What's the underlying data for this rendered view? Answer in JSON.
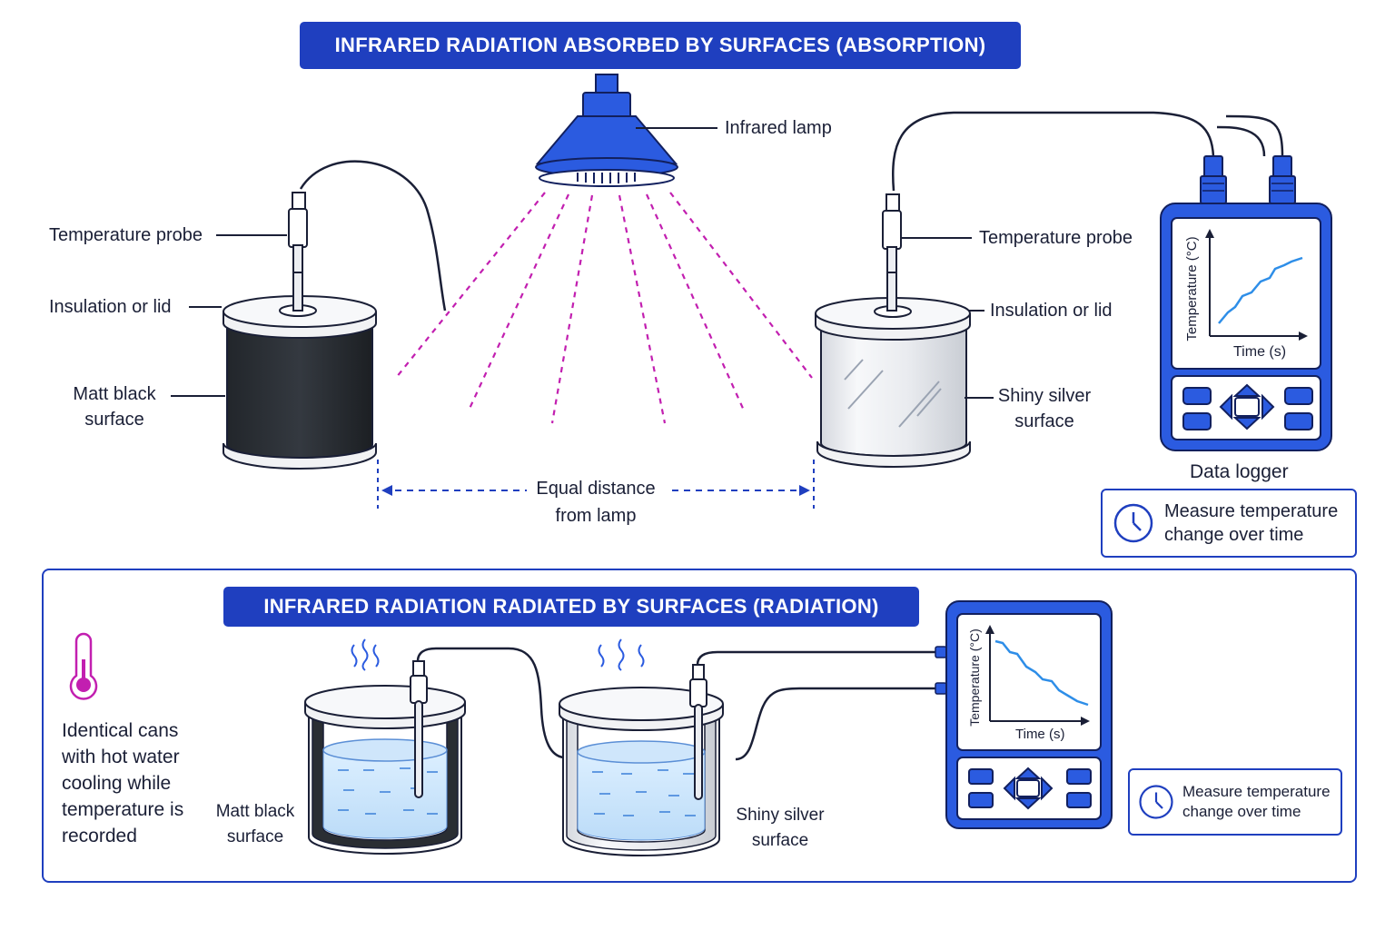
{
  "top": {
    "title": "INFRARED RADIATION ABSORBED BY SURFACES (ABSORPTION)",
    "lamp_label": "Infrared lamp",
    "left_can": {
      "probe_label": "Temperature probe",
      "lid_label": "Insulation or lid",
      "surface_label_1": "Matt black",
      "surface_label_2": "surface"
    },
    "right_can": {
      "probe_label": "Temperature probe",
      "lid_label": "Insulation or lid",
      "surface_label_1": "Shiny silver",
      "surface_label_2": "surface"
    },
    "distance_label_1": "Equal distance",
    "distance_label_2": "from lamp",
    "logger": {
      "ylabel": "Temperature (°C)",
      "xlabel": "Time (s)",
      "name": "Data logger",
      "trend": "rising"
    },
    "measure_note_1": "Measure temperature",
    "measure_note_2": "change over time"
  },
  "bottom": {
    "title": "INFRARED RADIATION RADIATED BY SURFACES (RADIATION)",
    "description": [
      "Identical cans",
      "with hot water",
      "cooling while",
      "temperature is",
      "recorded"
    ],
    "left_can_label_1": "Matt black",
    "left_can_label_2": "surface",
    "right_can_label_1": "Shiny silver",
    "right_can_label_2": "surface",
    "logger": {
      "ylabel": "Temperature (°C)",
      "xlabel": "Time (s)",
      "trend": "falling"
    },
    "measure_note_1": "Measure temperature",
    "measure_note_2": "change over time"
  },
  "colors": {
    "accent": "#1f3fbf",
    "logger_blue": "#2b5be0",
    "ray": "#c21fb0",
    "dark_text": "#1a1f36",
    "matt_black": "#2a2e33",
    "water": "#cfe6fb"
  }
}
